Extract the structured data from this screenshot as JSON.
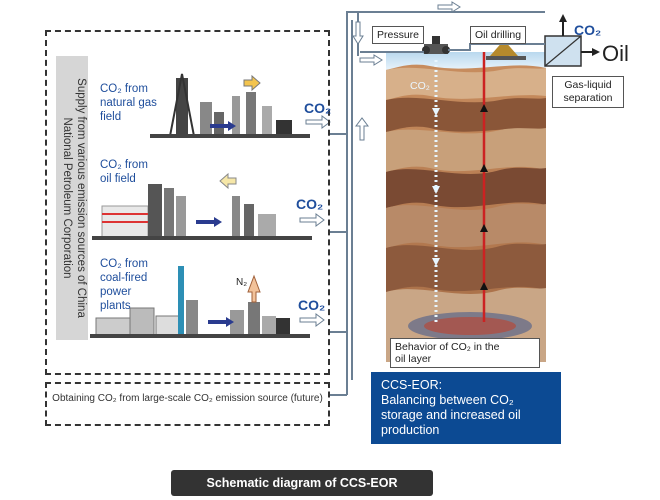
{
  "caption": "Schematic diagram of CCS-EOR",
  "vertical_note": "Supply from various emission sources of China National Petroleum Corporation",
  "sources": [
    {
      "line1": "CO₂ from",
      "line2": "natural gas",
      "line3": "field"
    },
    {
      "line1": "CO₂ from",
      "line2": "oil field",
      "line3": ""
    },
    {
      "line1": "CO₂ from",
      "line2": "coal-fired",
      "line3": "power",
      "line4": "plants"
    }
  ],
  "co2_tag": "CO₂",
  "future_source": "Obtaining CO₂ from large-scale CO₂ emission source (future)",
  "pressure_label": "Pressure",
  "oil_drilling_label": "Oil drilling",
  "separation_label_1": "Gas-liquid",
  "separation_label_2": "separation",
  "oil_out": "Oil",
  "co2_out": "CO₂",
  "co2_in_well": "CO₂",
  "behavior_1": "Behavior of CO₂ in the",
  "behavior_2": "oil layer",
  "highlight_1": "CCS-EOR:",
  "highlight_2": "Balancing between CO₂",
  "highlight_3": "storage and increased oil",
  "highlight_4": "production",
  "n2_label": "N₂"
}
